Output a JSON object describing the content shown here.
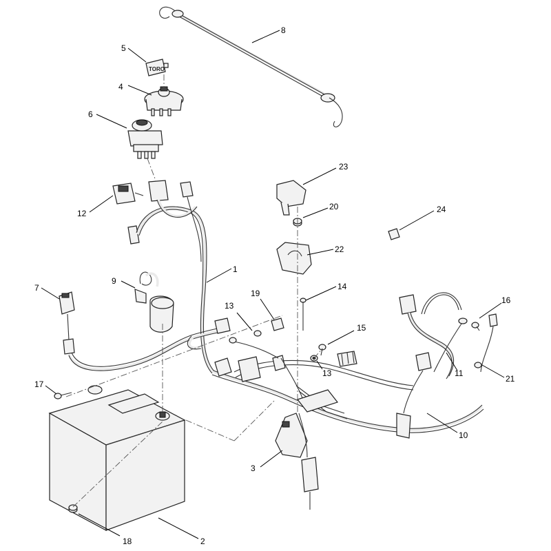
{
  "callouts": [
    "1",
    "2",
    "3",
    "4",
    "5",
    "6",
    "7",
    "8",
    "9",
    "10",
    "11",
    "12",
    "13",
    "13",
    "14",
    "15",
    "16",
    "17",
    "18",
    "19",
    "20",
    "21",
    "22",
    "23",
    "24"
  ],
  "key_brand": "TORO"
}
